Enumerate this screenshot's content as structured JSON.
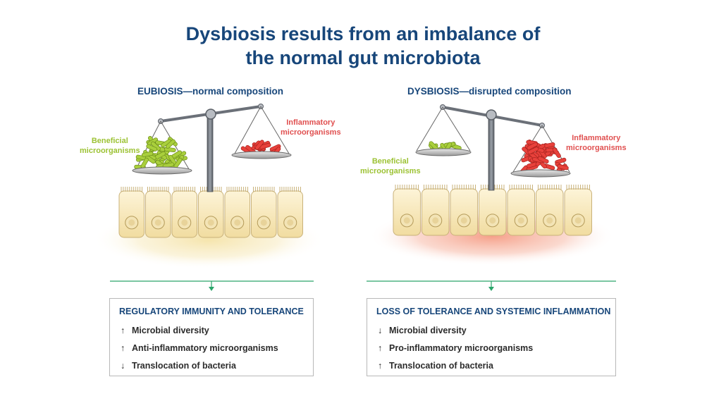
{
  "title": {
    "line1": "Dysbiosis results from an imbalance of",
    "line2": "the normal gut microbiota"
  },
  "colors": {
    "title": "#17467a",
    "beneficial": "#9cc233",
    "inflammatory": "#e05050",
    "connector": "#2aa56a"
  },
  "panels": [
    {
      "heading": "EUBIOSIS—normal composition",
      "beneficial_label": [
        "Beneficial",
        "microorganisms"
      ],
      "inflammatory_label": [
        "Inflammatory",
        "microorganisms"
      ],
      "outcome": {
        "title": "REGULATORY IMMUNITY AND TOLERANCE",
        "items": [
          {
            "arrow": "↑",
            "text": "Microbial diversity"
          },
          {
            "arrow": "↑",
            "text": "Anti-inflammatory microorganisms"
          },
          {
            "arrow": "↓",
            "text": "Translocation of bacteria"
          }
        ]
      }
    },
    {
      "heading": "DYSBIOSIS—disrupted composition",
      "beneficial_label": [
        "Beneficial",
        "microorganisms"
      ],
      "inflammatory_label": [
        "Inflammatory",
        "microorganisms"
      ],
      "outcome": {
        "title": "LOSS OF TOLERANCE AND SYSTEMIC INFLAMMATION",
        "items": [
          {
            "arrow": "↓",
            "text": "Microbial diversity"
          },
          {
            "arrow": "↑",
            "text": "Pro-inflammatory microorganisms"
          },
          {
            "arrow": "↑",
            "text": "Translocation of bacteria"
          }
        ]
      }
    }
  ]
}
